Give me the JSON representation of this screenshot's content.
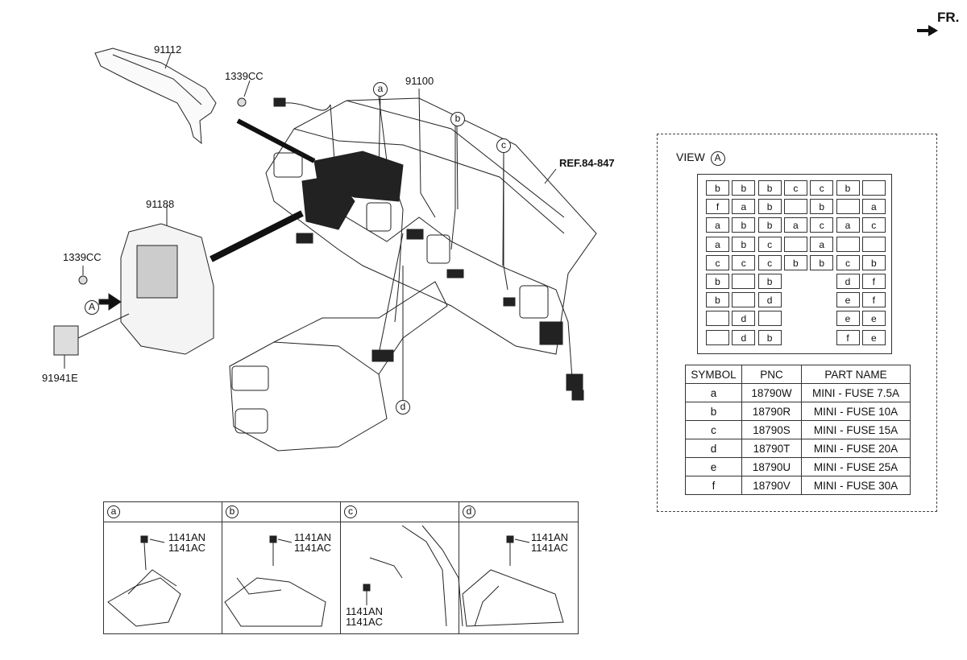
{
  "header": {
    "front_label": "FR."
  },
  "parts": {
    "p91112": "91112",
    "p1339cc_top": "1339CC",
    "p91100": "91100",
    "p91188": "91188",
    "p1339cc_left": "1339CC",
    "p91941e": "91941E",
    "ref": "REF.84-847",
    "view_marker": "A"
  },
  "callouts": [
    "a",
    "b",
    "c",
    "d"
  ],
  "fuse_view": {
    "title": "VIEW",
    "marker": "A",
    "rows": [
      [
        "b",
        "b",
        "b",
        "c",
        "c",
        "b",
        ""
      ],
      [
        "f",
        "a",
        "b",
        "",
        "b",
        "",
        "a"
      ],
      [
        "a",
        "b",
        "b",
        "a",
        "c",
        "a",
        "c"
      ],
      [
        "a",
        "b",
        "c",
        "",
        "a",
        "",
        ""
      ],
      [
        "c",
        "c",
        "c",
        "b",
        "b",
        "c",
        "b"
      ],
      [
        "b",
        "",
        "b",
        "",
        "",
        "d",
        "f"
      ],
      [
        "b",
        "",
        "d",
        "",
        "",
        "e",
        "f"
      ],
      [
        "",
        "d",
        "",
        "",
        "",
        "e",
        "e"
      ],
      [
        "",
        "d",
        "b",
        "",
        "",
        "f",
        "e"
      ]
    ]
  },
  "legend": {
    "headers": [
      "SYMBOL",
      "PNC",
      "PART NAME"
    ],
    "rows": [
      [
        "a",
        "18790W",
        "MINI - FUSE 7.5A"
      ],
      [
        "b",
        "18790R",
        "MINI - FUSE 10A"
      ],
      [
        "c",
        "18790S",
        "MINI - FUSE 15A"
      ],
      [
        "d",
        "18790T",
        "MINI - FUSE 20A"
      ],
      [
        "e",
        "18790U",
        "MINI - FUSE 25A"
      ],
      [
        "f",
        "18790V",
        "MINI - FUSE 30A"
      ]
    ]
  },
  "details": [
    {
      "id": "a",
      "part1": "1141AN",
      "part2": "1141AC"
    },
    {
      "id": "b",
      "part1": "1141AN",
      "part2": "1141AC"
    },
    {
      "id": "c",
      "part1": "1141AN",
      "part2": "1141AC"
    },
    {
      "id": "d",
      "part1": "1141AN",
      "part2": "1141AC"
    }
  ]
}
